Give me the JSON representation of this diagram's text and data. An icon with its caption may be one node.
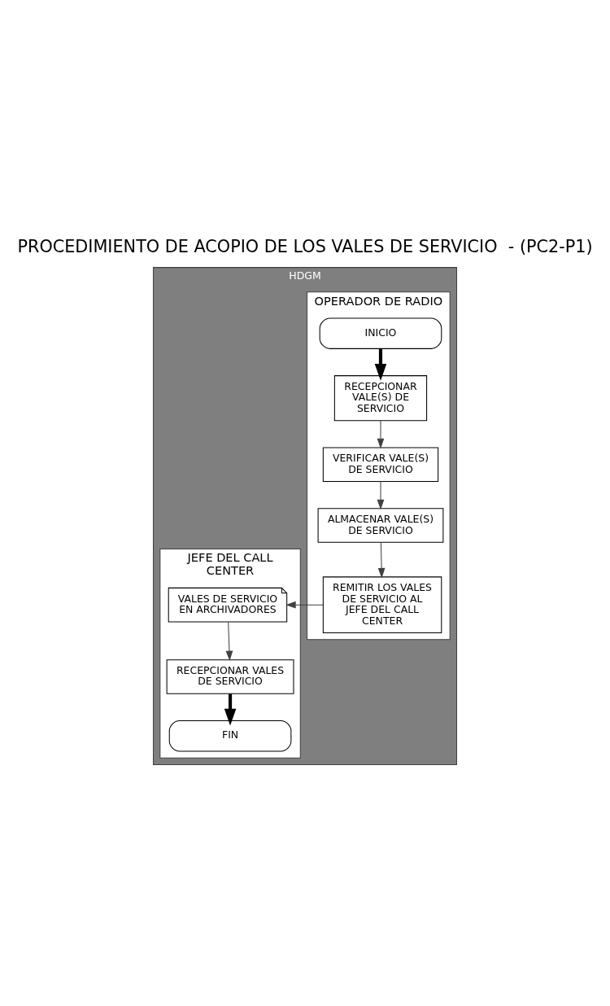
{
  "diagram": {
    "title": "PROCEDIMIENTO DE ACOPIO DE LOS VALES DE SERVICIO  - (PC2-P1)",
    "nodes": [
      {
        "text": [
          "HDGM"
        ]
      },
      {
        "text": [
          "OPERADOR DE RADIO"
        ],
        "in": 0
      },
      {
        "text": [
          "JEFE DEL CALL CENTER"
        ],
        "in": 0
      },
      {
        "text": [
          "INICIO"
        ],
        "in": 1
      },
      {
        "text": [
          "RECEPCIONAR VALE(S) DE SERVICIO"
        ],
        "in": 1
      },
      {
        "text": [
          "VERIFICAR VALE(S) DE SERVICIO"
        ],
        "in": 1
      },
      {
        "text": [
          "ALMACENAR VALE(S) DE SERVICIO"
        ],
        "in": 1
      },
      {
        "text": [
          "REMITIR LOS VALES DE SERVICIO AL JEFE DEL CALL CENTER"
        ],
        "in": 1
      },
      {
        "text": [
          "VALES DE SERVICIO EN ARCHIVADORES"
        ],
        "in": 2
      },
      {
        "text": [
          "RECEPCIONAR VALES DE SERVICIO"
        ],
        "in": 2
      },
      {
        "text": [
          "FIN"
        ],
        "in": 2
      }
    ],
    "edges": [
      {
        "from": 3,
        "to": 4,
        "arrow": "to",
        "style": "thick"
      },
      {
        "from": 4,
        "to": 5,
        "arrow": "to"
      },
      {
        "from": 5,
        "to": 6,
        "arrow": "to"
      },
      {
        "from": 6,
        "to": 7,
        "arrow": "to"
      },
      {
        "from": 7,
        "to": 8,
        "arrow": "to"
      },
      {
        "from": 8,
        "to": 9,
        "arrow": "to"
      },
      {
        "from": 9,
        "to": 10,
        "arrow": "to",
        "style": "thick"
      }
    ]
  }
}
